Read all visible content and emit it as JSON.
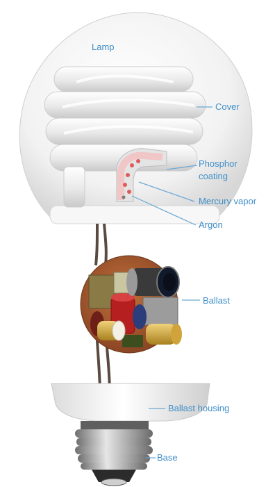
{
  "labels": {
    "lamp": "Lamp",
    "cover": "Cover",
    "phosphor_line1": "Phosphor",
    "phosphor_line2": "coating",
    "mercury": "Mercury vapor",
    "argon": "Argon",
    "ballast": "Ballast",
    "ballast_housing": "Ballast housing",
    "base": "Base"
  },
  "colors": {
    "label_text": "#3f8fc9",
    "leader_line": "#6aa6d4",
    "glass": "#f2f2f2",
    "wire": "#5b4a40",
    "board": "#a0522d"
  }
}
